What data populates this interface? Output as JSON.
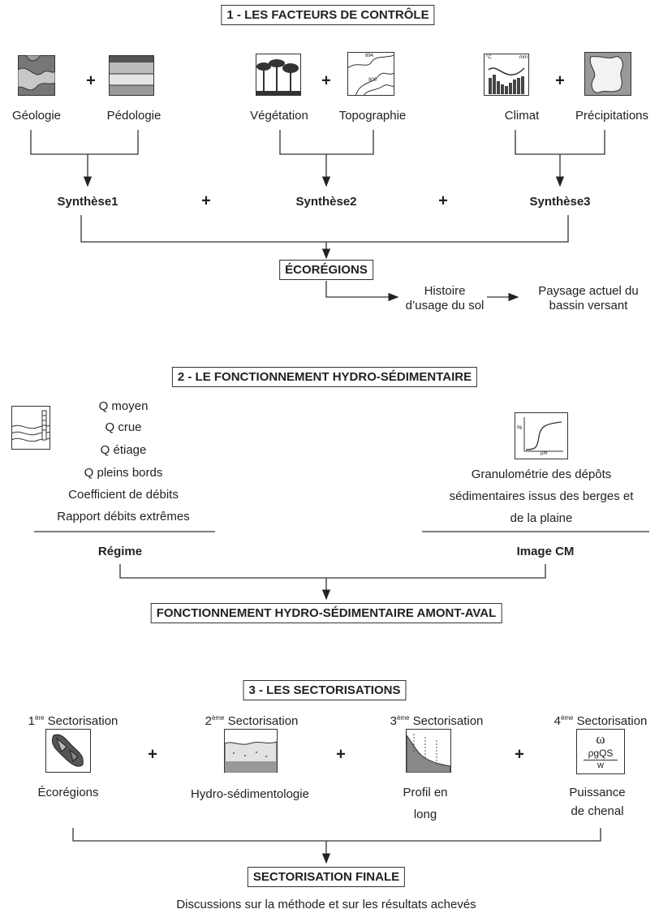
{
  "section1": {
    "title": "1 - LES FACTEURS DE CONTRÔLE",
    "factors": [
      "Géologie",
      "Pédologie",
      "Végétation",
      "Topographie",
      "Climat",
      "Précipitations"
    ],
    "synthesis": [
      "Synthèse1",
      "Synthèse2",
      "Synthèse3"
    ],
    "plus": "+",
    "ecoregions": "ÉCORÉGIONS",
    "history": [
      "Histoire",
      "d’usage du sol"
    ],
    "landscape": [
      "Paysage actuel du",
      "bassin versant"
    ],
    "topo_labels": [
      "894",
      "900"
    ],
    "climate_labels": [
      "°C",
      "mm"
    ]
  },
  "section2": {
    "title": "2 - LE FONCTIONNEMENT HYDRO-SÉDIMENTAIRE",
    "regime_items": [
      "Q moyen",
      "Q crue",
      "Q étiage",
      "Q pleins bords",
      "Coefficient de débits",
      "Rapport débits extrêmes"
    ],
    "regime_label": "Régime",
    "granulo": [
      "Granulométrie des dépôts",
      "sédimentaires issus des berges et",
      "de la plaine"
    ],
    "image_cm": "Image CM",
    "graph_axes": [
      "%",
      "µm"
    ],
    "result": "FONCTIONNEMENT HYDRO-SÉDIMENTAIRE AMONT-AVAL"
  },
  "section3": {
    "title": "3 - LES SECTORISATIONS",
    "sectorisations": [
      {
        "num": "1",
        "sup": "ère",
        "word": "Sectorisation",
        "caption": [
          "Écorégions"
        ]
      },
      {
        "num": "2",
        "sup": "ème",
        "word": "Sectorisation",
        "caption": [
          "Hydro-sédimentologie"
        ]
      },
      {
        "num": "3",
        "sup": "ème",
        "word": "Sectorisation",
        "caption": [
          "Profil en",
          "long"
        ]
      },
      {
        "num": "4",
        "sup": "ème",
        "word": "Sectorisation",
        "caption": [
          "Puissance",
          "de chenal"
        ]
      }
    ],
    "formula": {
      "omega": "ω",
      "numerator": "ρgQS",
      "denominator": "w"
    },
    "final": "SECTORISATION FINALE",
    "discussion": "Discussions sur la méthode et sur les résultats achevés"
  }
}
